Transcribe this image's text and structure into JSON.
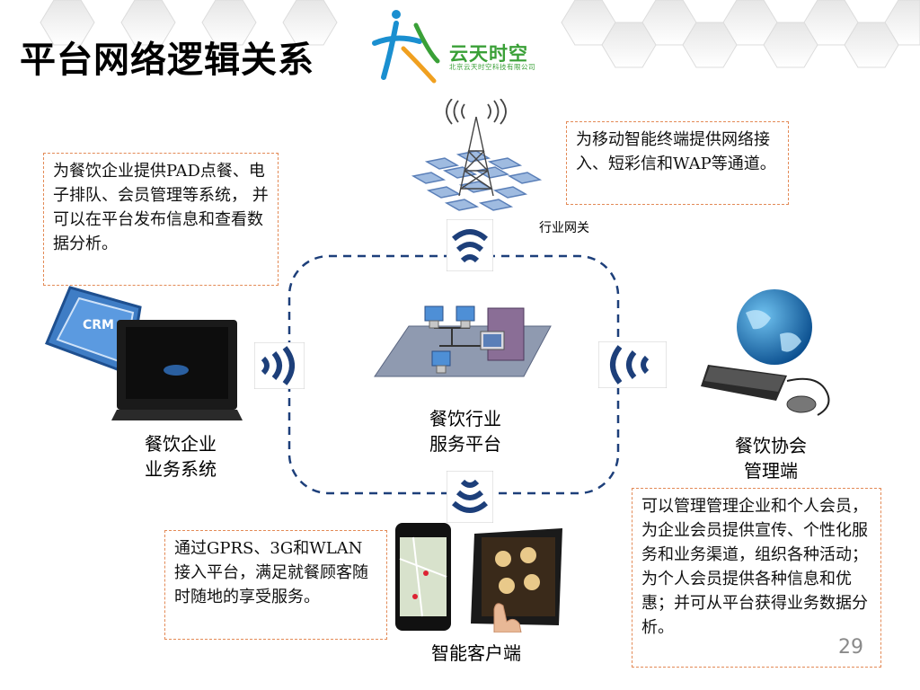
{
  "slide": {
    "title": "平台网络逻辑关系",
    "page_number": "29"
  },
  "logo": {
    "name": "云天时空",
    "subtitle": "北京云天时空科技有限公司"
  },
  "notes": {
    "enterprise": "为餐饮企业提供PAD点餐、电子排队、会员管理等系统， 并可以在平台发布信息和查看数据分析。",
    "gateway": "为移动智能终端提供网络接入、短彩信和WAP等通道。",
    "client": "通过GPRS、3G和WLAN接入平台，满足就餐顾客随时随地的享受服务。",
    "association": "可以管理管理企业和个人会员，为企业会员提供宣传、个性化服务和业务渠道，组织各种活动；为个人会员提供各种信息和优惠；并可从平台获得业务数据分析。"
  },
  "nodes": {
    "gateway_label": "行业网关",
    "center_line1": "餐饮行业",
    "center_line2": "服务平台",
    "enterprise_line1": "餐饮企业",
    "enterprise_line2": "业务系统",
    "association_line1": "餐饮协会",
    "association_line2": "管理端",
    "client_label": "智能客户端",
    "crm_badge": "CRM"
  },
  "colors": {
    "accent_blue": "#1d3f7a",
    "note_border": "#e38a56",
    "logo_green": "#3aa037"
  }
}
